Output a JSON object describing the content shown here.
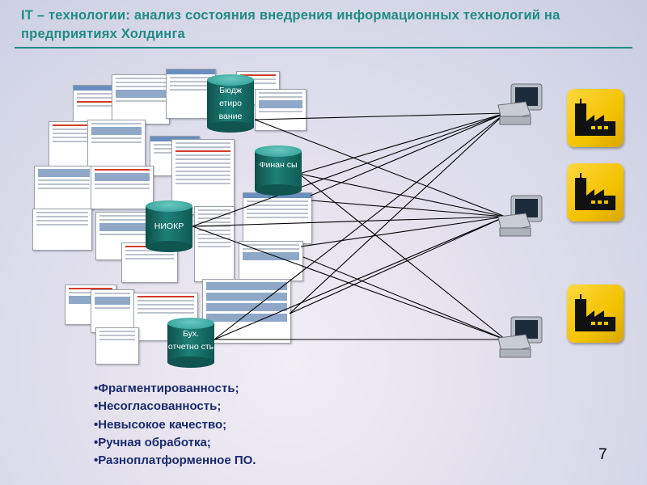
{
  "slide": {
    "title": "IT – технологии: анализ состояния внедрения информационных технологий на предприятиях Холдинга",
    "page_number": "7"
  },
  "databases": [
    {
      "label": "Бюдж етиро вание"
    },
    {
      "label": "Финан сы"
    },
    {
      "label": "НИОКР"
    },
    {
      "label": "Бух. отчетно сть"
    }
  ],
  "bullets": [
    "•Фрагментированность;",
    "•Несогласованность;",
    "•Невысокое качество;",
    "•Ручная обработка;",
    "•Разноплатформенное ПО."
  ],
  "colors": {
    "title": "#1f8c86",
    "bullets": "#1a2a6c",
    "database": "#1d8079",
    "factory": "#f3c200"
  },
  "icons": [
    "computer-icon",
    "factory-icon",
    "database-icon"
  ]
}
